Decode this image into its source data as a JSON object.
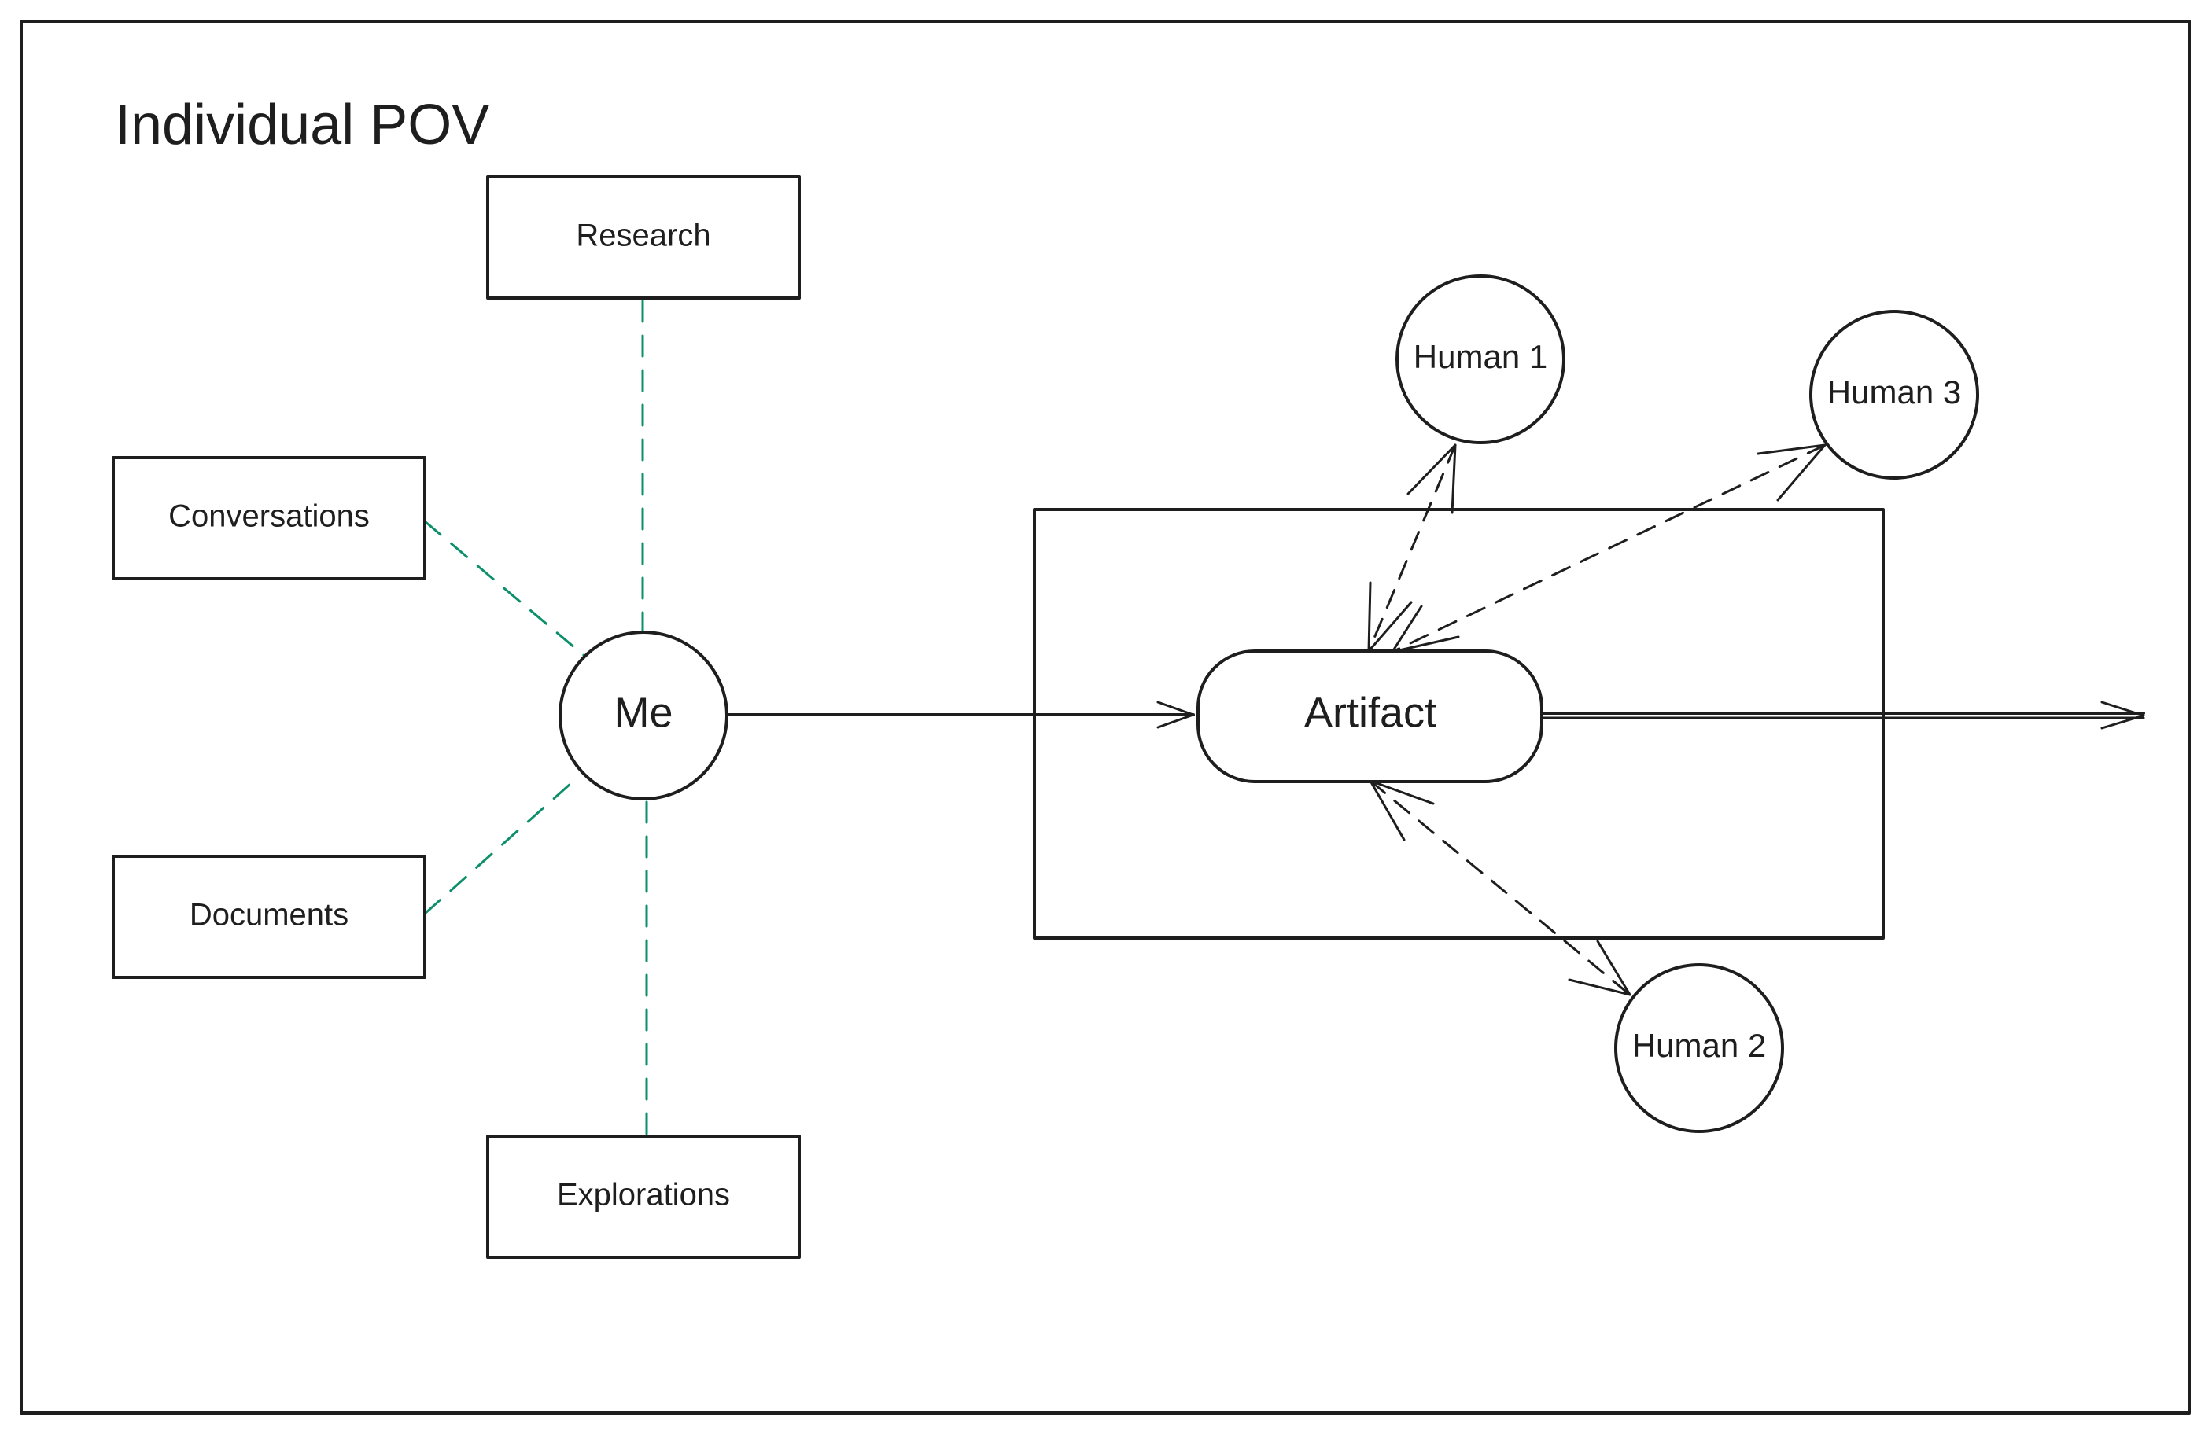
{
  "diagram": {
    "title": "Individual POV",
    "center": {
      "label": "Me"
    },
    "sources": {
      "research": "Research",
      "conversations": "Conversations",
      "documents": "Documents",
      "explorations": "Explorations"
    },
    "artifact": {
      "label": "Artifact"
    },
    "humans": {
      "human_1": "Human 1",
      "human_2": "Human 2",
      "human_3": "Human 3"
    },
    "colors": {
      "stroke": "#1e1e1e",
      "source_link": "#0c8f6a",
      "background": "#ffffff"
    }
  }
}
